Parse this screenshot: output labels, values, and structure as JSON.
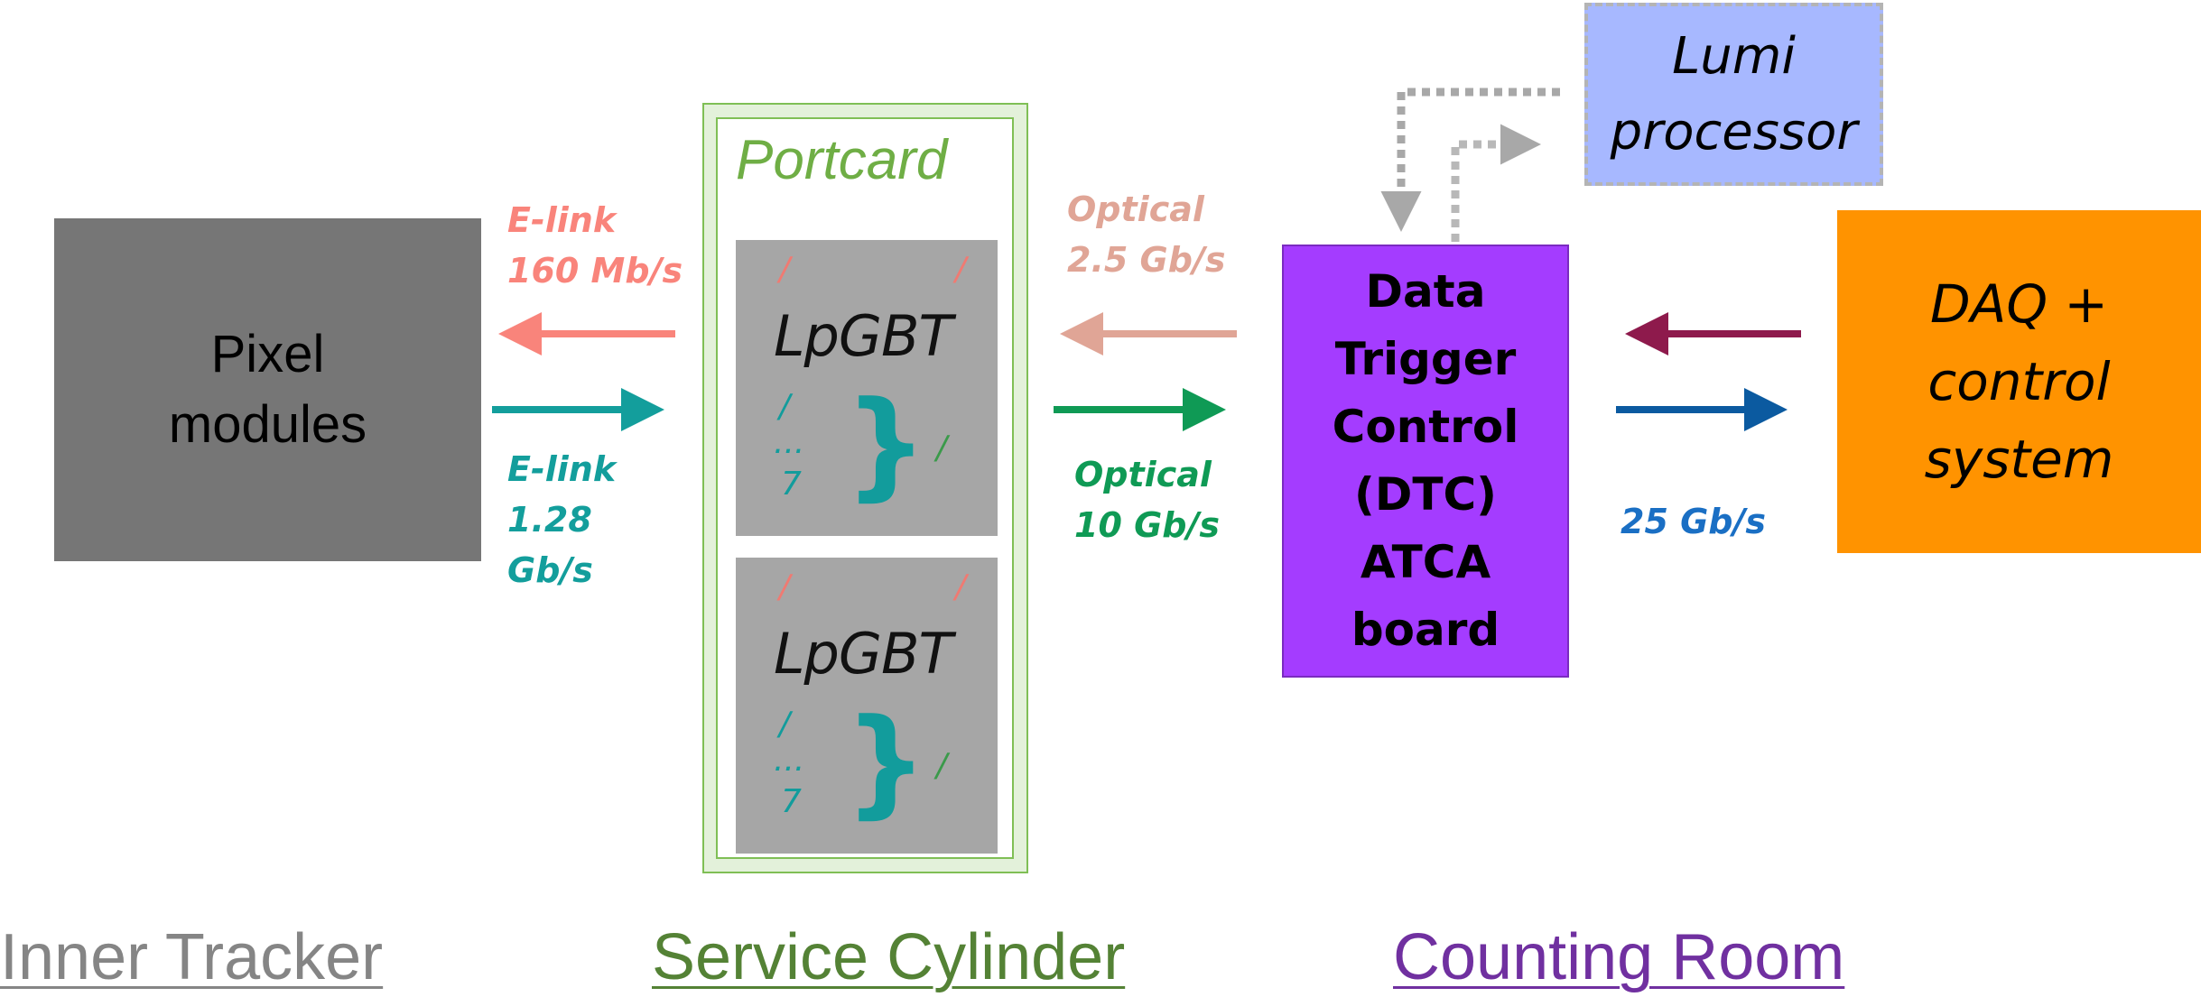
{
  "blocks": {
    "pixel": "Pixel\nmodules",
    "portcard": "Portcard",
    "chip": "LpGBT",
    "dtc": "Data\nTrigger\nControl\n(DTC)\nATCA\nboard",
    "lumi": "Lumi\nprocessor",
    "daq": "DAQ +\ncontrol\nsystem"
  },
  "chip_marks": {
    "bar": "/",
    "dots": "...",
    "seven": "7",
    "brace": "}"
  },
  "links": {
    "elink_down": "E-link\n160 Mb/s",
    "elink_up": "E-link\n1.28\nGb/s",
    "optical_down": "Optical\n2.5 Gb/s",
    "optical_up": "Optical\n10 Gb/s",
    "daq_link": "25 Gb/s"
  },
  "regions": {
    "inner": "Inner Tracker",
    "service": "Service Cylinder",
    "counting": "Counting Room"
  },
  "colors": {
    "elink_down": "#f9847b",
    "elink_up": "#139e9c",
    "optical_down": "#e0a596",
    "optical_up": "#0f9a55",
    "daq_down": "#8e1a4c",
    "daq_up": "#0b5aa0",
    "lumi_link": "#a8a8a8",
    "inner_region": "#858585",
    "service_region": "#548235",
    "counting_region": "#7030a0"
  }
}
